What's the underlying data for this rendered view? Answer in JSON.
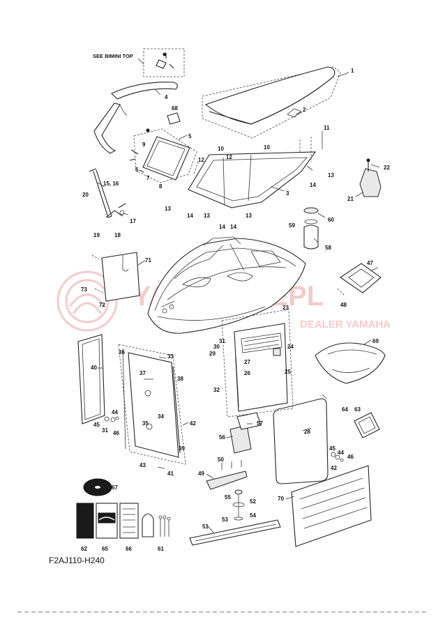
{
  "diagram": {
    "see_note": "SEE BIMINI TOP",
    "figure_code": "F2AJ110-H240",
    "watermark": {
      "brand": "YAMAHALEPL",
      "subtitle": "DEALER YAMAHA"
    },
    "callouts": [
      {
        "id": "c1",
        "label": "1"
      },
      {
        "id": "c2",
        "label": "2"
      },
      {
        "id": "c3",
        "label": "3"
      },
      {
        "id": "c4",
        "label": "4"
      },
      {
        "id": "c5",
        "label": "5"
      },
      {
        "id": "c6",
        "label": "6"
      },
      {
        "id": "c7",
        "label": "7"
      },
      {
        "id": "c8",
        "label": "8"
      },
      {
        "id": "c9",
        "label": "9"
      },
      {
        "id": "c10a",
        "label": "10"
      },
      {
        "id": "c10b",
        "label": "10"
      },
      {
        "id": "c11",
        "label": "11"
      },
      {
        "id": "c12a",
        "label": "12"
      },
      {
        "id": "c12b",
        "label": "12"
      },
      {
        "id": "c13a",
        "label": "13"
      },
      {
        "id": "c13b",
        "label": "13"
      },
      {
        "id": "c13c",
        "label": "13"
      },
      {
        "id": "c13d",
        "label": "13"
      },
      {
        "id": "c14a",
        "label": "14"
      },
      {
        "id": "c14b",
        "label": "14"
      },
      {
        "id": "c14c",
        "label": "14"
      },
      {
        "id": "c14d",
        "label": "14"
      },
      {
        "id": "c1516",
        "label": "15, 16"
      },
      {
        "id": "c17",
        "label": "17"
      },
      {
        "id": "c18",
        "label": "18"
      },
      {
        "id": "c19",
        "label": "19"
      },
      {
        "id": "c20",
        "label": "20"
      },
      {
        "id": "c21",
        "label": "21"
      },
      {
        "id": "c22",
        "label": "22"
      },
      {
        "id": "c23",
        "label": "23"
      },
      {
        "id": "c24",
        "label": "24"
      },
      {
        "id": "c25",
        "label": "25"
      },
      {
        "id": "c26",
        "label": "26"
      },
      {
        "id": "c27",
        "label": "27"
      },
      {
        "id": "c28",
        "label": "28"
      },
      {
        "id": "c29",
        "label": "29"
      },
      {
        "id": "c30",
        "label": "30"
      },
      {
        "id": "c31a",
        "label": "31"
      },
      {
        "id": "c31b",
        "label": "31"
      },
      {
        "id": "c32",
        "label": "32"
      },
      {
        "id": "c33",
        "label": "33"
      },
      {
        "id": "c34",
        "label": "34"
      },
      {
        "id": "c35",
        "label": "35"
      },
      {
        "id": "c36",
        "label": "36"
      },
      {
        "id": "c37",
        "label": "37"
      },
      {
        "id": "c38",
        "label": "38"
      },
      {
        "id": "c39",
        "label": "39"
      },
      {
        "id": "c40",
        "label": "40"
      },
      {
        "id": "c41",
        "label": "41"
      },
      {
        "id": "c42a",
        "label": "42"
      },
      {
        "id": "c42b",
        "label": "42"
      },
      {
        "id": "c43",
        "label": "43"
      },
      {
        "id": "c44a",
        "label": "44"
      },
      {
        "id": "c44b",
        "label": "44"
      },
      {
        "id": "c45a",
        "label": "45"
      },
      {
        "id": "c45b",
        "label": "45"
      },
      {
        "id": "c46a",
        "label": "46"
      },
      {
        "id": "c46b",
        "label": "46"
      },
      {
        "id": "c47",
        "label": "47"
      },
      {
        "id": "c48",
        "label": "48"
      },
      {
        "id": "c49",
        "label": "49"
      },
      {
        "id": "c50",
        "label": "50"
      },
      {
        "id": "c51",
        "label": "51"
      },
      {
        "id": "c52",
        "label": "52"
      },
      {
        "id": "c53",
        "label": "53"
      },
      {
        "id": "c54",
        "label": "54"
      },
      {
        "id": "c55",
        "label": "55"
      },
      {
        "id": "c56",
        "label": "56"
      },
      {
        "id": "c57",
        "label": "57"
      },
      {
        "id": "c58",
        "label": "58"
      },
      {
        "id": "c59",
        "label": "59"
      },
      {
        "id": "c60",
        "label": "60"
      },
      {
        "id": "c61",
        "label": "61"
      },
      {
        "id": "c62",
        "label": "62"
      },
      {
        "id": "c63",
        "label": "63"
      },
      {
        "id": "c64",
        "label": "64"
      },
      {
        "id": "c65",
        "label": "65"
      },
      {
        "id": "c66",
        "label": "66"
      },
      {
        "id": "c67",
        "label": "67"
      },
      {
        "id": "c68",
        "label": "68"
      },
      {
        "id": "c69",
        "label": "69"
      },
      {
        "id": "c70",
        "label": "70"
      },
      {
        "id": "c71",
        "label": "71"
      },
      {
        "id": "c72",
        "label": "72"
      },
      {
        "id": "c73",
        "label": "73"
      }
    ]
  }
}
